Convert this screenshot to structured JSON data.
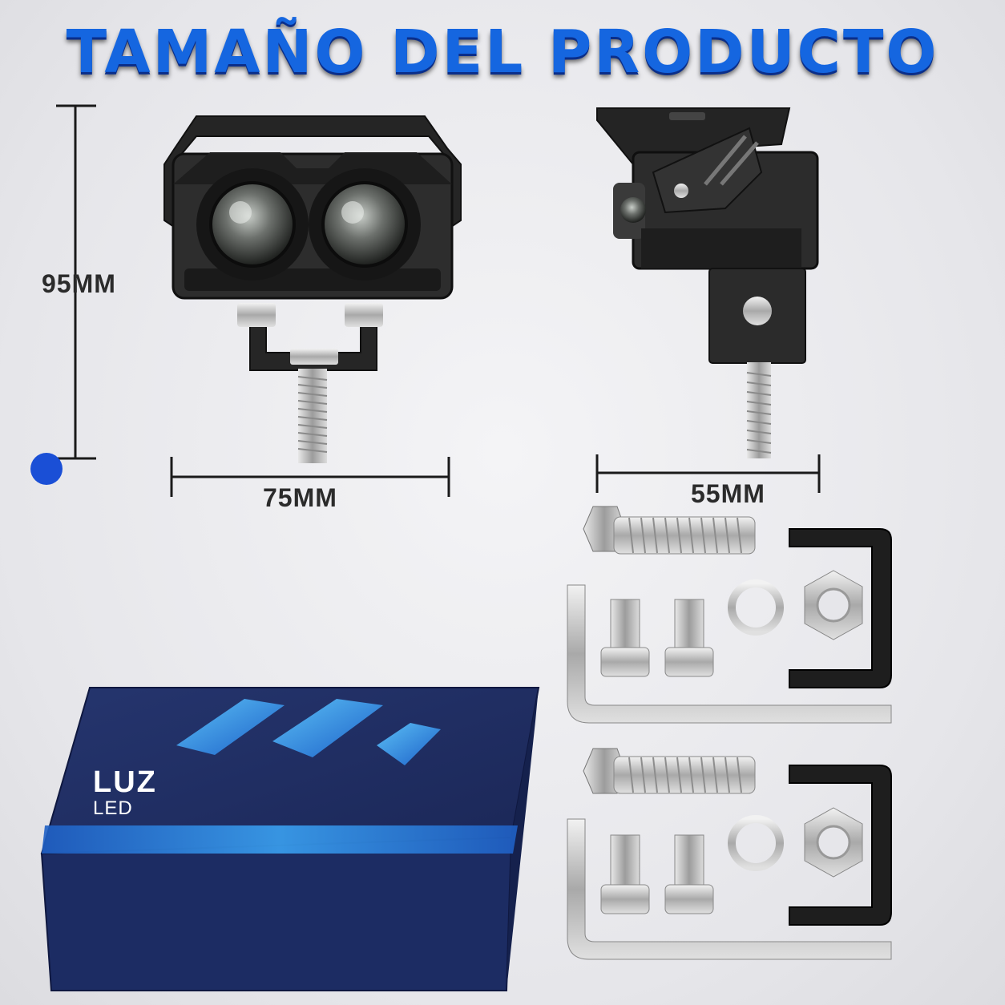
{
  "title": "TAMAÑO DEL PRODUCTO",
  "dimensions": {
    "height": "95MM",
    "width": "75MM",
    "depth": "55MM"
  },
  "box": {
    "brand": "LUZ",
    "sub": "LED"
  },
  "colors": {
    "title": "#1566e0",
    "box": "#1c2c63",
    "accent": "#2e8ee6",
    "dot": "#1a4fd6"
  },
  "icons": [
    "front-view-light",
    "side-view-light",
    "hex-bolt",
    "allen-screw",
    "washer",
    "hex-nut",
    "u-bracket",
    "allen-key",
    "product-box"
  ]
}
